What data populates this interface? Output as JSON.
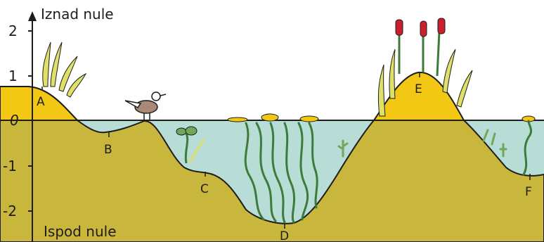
{
  "axis": {
    "label_above": "Iznad nule",
    "label_below": "Ispod nule",
    "ticks": [
      "2",
      "1",
      "0",
      "-1",
      "-2"
    ]
  },
  "sites": [
    {
      "id": "A",
      "label": "A",
      "level": 0.75
    },
    {
      "id": "B",
      "label": "B",
      "level": -0.25
    },
    {
      "id": "C",
      "label": "C",
      "level": -1.1
    },
    {
      "id": "D",
      "label": "D",
      "level": -2.3
    },
    {
      "id": "E",
      "label": "E",
      "level": 1.1
    },
    {
      "id": "F",
      "label": "F",
      "level": -1.2
    }
  ],
  "colors": {
    "water": "#b8dcd6",
    "ground_submerged": "#c9b63c",
    "ground_emerged": "#f2c814",
    "outline": "#1d1d1b",
    "plant_green": "#3e7a3a",
    "plant_light": "#dfe06a",
    "cattail": "#cc1e2c",
    "bird_body": "#a88876"
  },
  "icons": [
    "bird-icon",
    "cattail-icon",
    "water-lily-icon",
    "aquatic-plant-icon"
  ]
}
